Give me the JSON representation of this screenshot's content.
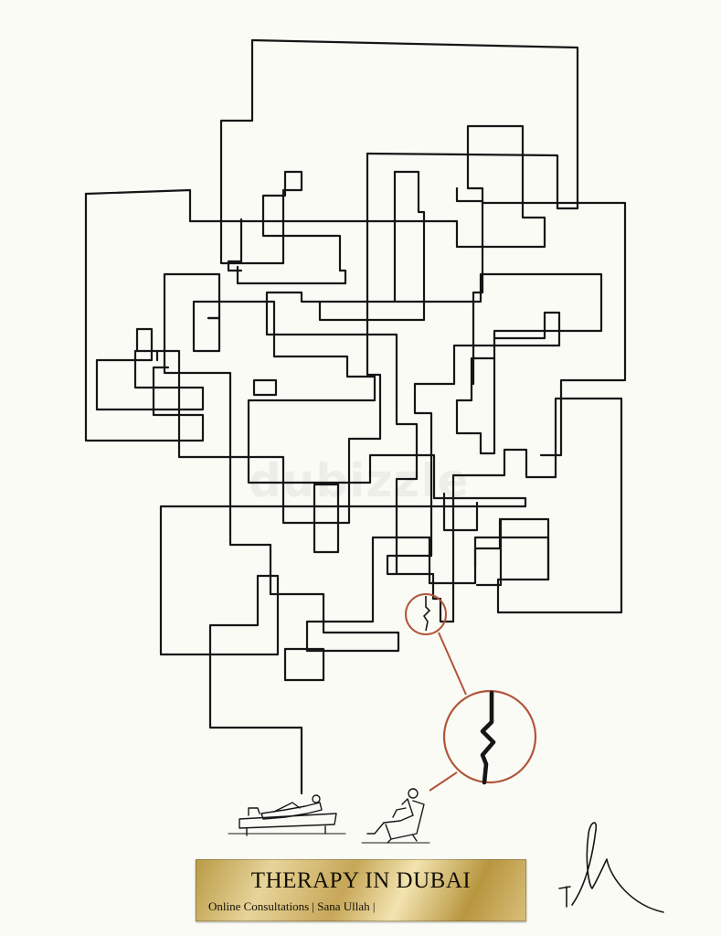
{
  "watermark": {
    "text": "dubizzle"
  },
  "plaque": {
    "title": "THERAPY IN DUBAI",
    "subtitle": "Online Consultations | Sana Ullah |"
  },
  "signature": {
    "text": "T"
  },
  "colors": {
    "background": "#fbfbf6",
    "ink": "#161616",
    "magnifier": "#b0553a",
    "plaque_gold": "#d4b870"
  },
  "icons": [
    "therapist-couch-icon",
    "therapist-chair-icon",
    "magnifier-icon"
  ]
}
